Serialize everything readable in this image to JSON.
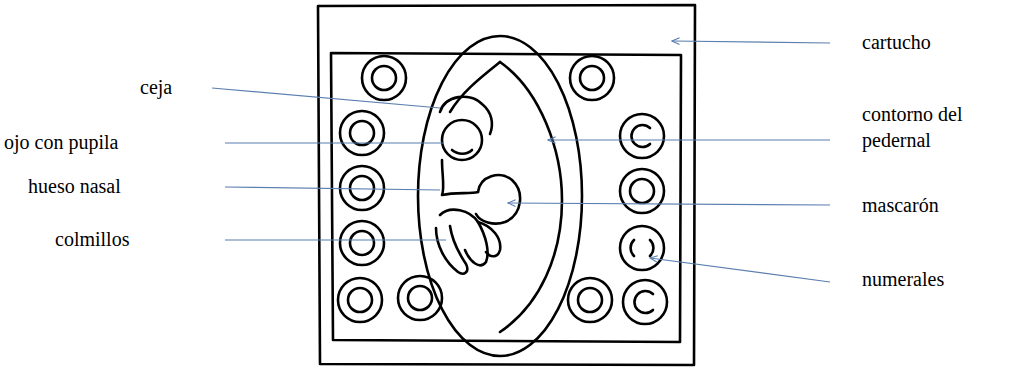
{
  "diagram": {
    "labels": [
      "cartucho",
      "ceja",
      "ojo con pupila",
      "contorno del pedernal",
      "hueso nasal",
      "mascarón",
      "colmillos",
      "numerales"
    ]
  }
}
